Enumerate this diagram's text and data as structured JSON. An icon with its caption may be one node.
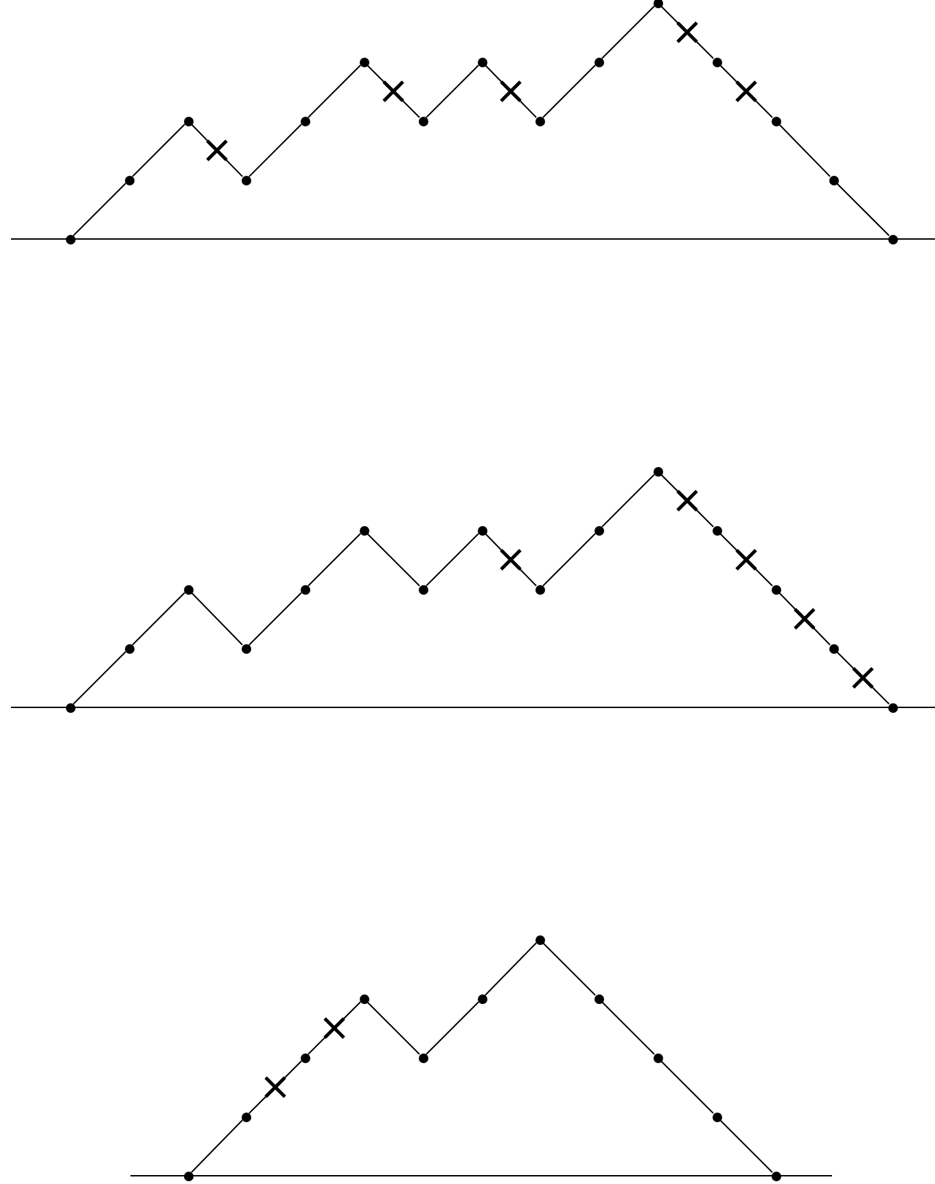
{
  "diagram": {
    "nodes": [
      {
        "text": [],
        "shape": "circle"
      },
      {
        "text": [],
        "shape": "circle"
      },
      {
        "text": [],
        "shape": "circle"
      },
      {
        "text": [],
        "shape": "circle"
      },
      {
        "text": [],
        "shape": "circle"
      },
      {
        "text": [],
        "shape": "circle"
      },
      {
        "text": [],
        "shape": "circle"
      },
      {
        "text": [],
        "shape": "circle"
      },
      {
        "text": [],
        "shape": "circle"
      },
      {
        "text": [],
        "shape": "circle"
      },
      {
        "text": [],
        "shape": "circle"
      },
      {
        "text": [],
        "shape": "circle"
      },
      {
        "text": [],
        "shape": "circle"
      },
      {
        "text": [],
        "shape": "circle"
      },
      {
        "text": [],
        "shape": "circle"
      },
      {
        "text": [],
        "shape": "circle"
      },
      {
        "text": [],
        "shape": "circle"
      },
      {
        "text": [],
        "shape": "circle"
      },
      {
        "text": [],
        "shape": "circle"
      },
      {
        "text": [],
        "shape": "circle"
      },
      {
        "text": [],
        "shape": "circle"
      },
      {
        "text": [],
        "shape": "circle"
      },
      {
        "text": [],
        "shape": "circle"
      },
      {
        "text": [],
        "shape": "circle"
      },
      {
        "text": [],
        "shape": "circle"
      },
      {
        "text": [],
        "shape": "circle"
      },
      {
        "text": [],
        "shape": "circle"
      },
      {
        "text": [],
        "shape": "circle"
      },
      {
        "text": [],
        "shape": "circle"
      },
      {
        "text": [],
        "shape": "circle"
      },
      {
        "text": [],
        "shape": "circle"
      },
      {
        "text": [],
        "shape": "circle"
      },
      {
        "text": [],
        "shape": "circle"
      },
      {
        "text": [],
        "shape": "circle"
      },
      {
        "text": [],
        "shape": "circle"
      },
      {
        "text": [],
        "shape": "circle"
      },
      {
        "text": [],
        "shape": "circle"
      },
      {
        "text": [],
        "shape": "circle"
      },
      {
        "text": [],
        "shape": "circle"
      },
      {
        "text": [],
        "shape": "circle"
      },
      {
        "text": [],
        "shape": "circle"
      }
    ],
    "edges": [
      {
        "from": 0,
        "to": 1,
        "arrow": "none"
      },
      {
        "from": 1,
        "to": 2,
        "arrow": "none"
      },
      {
        "from": 2,
        "to": 3,
        "arrow": "none"
      },
      {
        "from": 3,
        "to": 4,
        "arrow": "none"
      },
      {
        "from": 4,
        "to": 5,
        "arrow": "none"
      },
      {
        "from": 5,
        "to": 6,
        "arrow": "none"
      },
      {
        "from": 6,
        "to": 7,
        "arrow": "none"
      },
      {
        "from": 7,
        "to": 8,
        "arrow": "none"
      },
      {
        "from": 8,
        "to": 9,
        "arrow": "none"
      },
      {
        "from": 9,
        "to": 10,
        "arrow": "none"
      },
      {
        "from": 10,
        "to": 11,
        "arrow": "none"
      },
      {
        "from": 11,
        "to": 12,
        "arrow": "none"
      },
      {
        "from": 12,
        "to": 13,
        "arrow": "none"
      },
      {
        "from": 13,
        "to": 14,
        "arrow": "none"
      },
      {
        "from": 15,
        "to": 16,
        "arrow": "none"
      },
      {
        "from": 16,
        "to": 17,
        "arrow": "none"
      },
      {
        "from": 17,
        "to": 18,
        "arrow": "none"
      },
      {
        "from": 18,
        "to": 19,
        "arrow": "none"
      },
      {
        "from": 19,
        "to": 20,
        "arrow": "none"
      },
      {
        "from": 20,
        "to": 21,
        "arrow": "none"
      },
      {
        "from": 21,
        "to": 22,
        "arrow": "none"
      },
      {
        "from": 22,
        "to": 23,
        "arrow": "none"
      },
      {
        "from": 23,
        "to": 24,
        "arrow": "none"
      },
      {
        "from": 24,
        "to": 25,
        "arrow": "none"
      },
      {
        "from": 25,
        "to": 26,
        "arrow": "none"
      },
      {
        "from": 26,
        "to": 27,
        "arrow": "none"
      },
      {
        "from": 27,
        "to": 28,
        "arrow": "none"
      },
      {
        "from": 28,
        "to": 29,
        "arrow": "none"
      },
      {
        "from": 30,
        "to": 31,
        "arrow": "none"
      },
      {
        "from": 31,
        "to": 32,
        "arrow": "none"
      },
      {
        "from": 32,
        "to": 33,
        "arrow": "none"
      },
      {
        "from": 33,
        "to": 34,
        "arrow": "none"
      },
      {
        "from": 34,
        "to": 35,
        "arrow": "none"
      },
      {
        "from": 35,
        "to": 36,
        "arrow": "none"
      },
      {
        "from": 36,
        "to": 37,
        "arrow": "none"
      },
      {
        "from": 37,
        "to": 38,
        "arrow": "none"
      },
      {
        "from": 38,
        "to": 39,
        "arrow": "none"
      },
      {
        "from": 39,
        "to": 40,
        "arrow": "none"
      }
    ]
  }
}
